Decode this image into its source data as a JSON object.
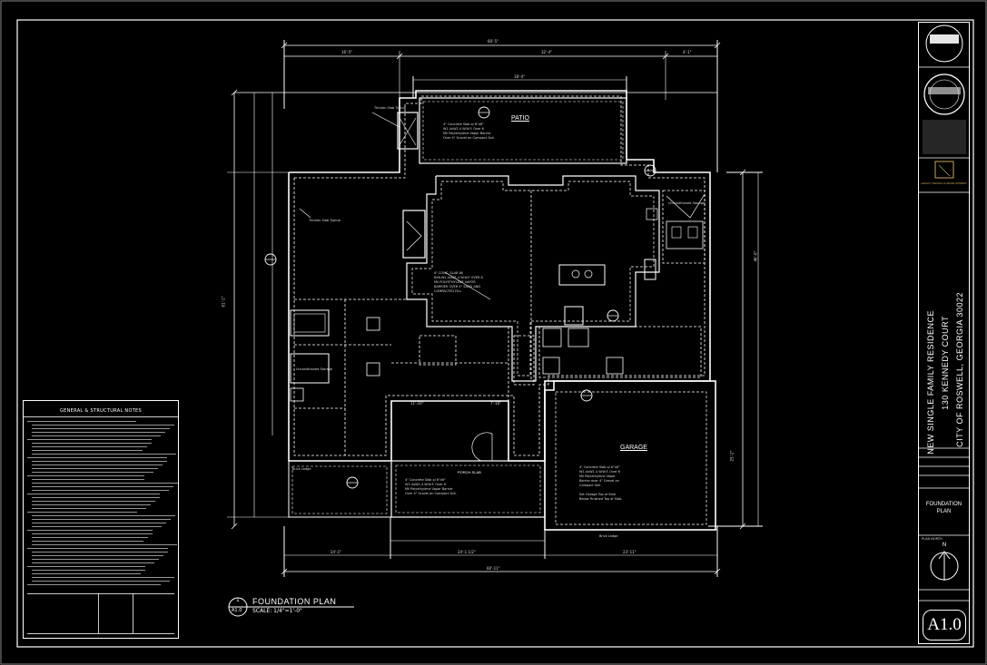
{
  "drawing": {
    "title": "FOUNDATION  PLAN",
    "detail_number": "1",
    "detail_sheet": "A1.0",
    "scale": "SCALE: 1/4\"=1'-0\""
  },
  "rooms": {
    "patio": "PATIO",
    "garage": "GARAGE",
    "porch": "PORCH SLAB"
  },
  "notes_box": {
    "title": "GENERAL & STRUCTURAL NOTES"
  },
  "title_block": {
    "project_line1": "NEW SINGLE FAMILY RESIDENCE",
    "project_line2": "130 KENNEDY COURT",
    "project_line3": "CITY OF ROSWELL, GEORGIA 30022",
    "sheet_title_line1": "FOUNDATION",
    "sheet_title_line2": "PLAN",
    "sheet_number": "A1.0",
    "plan_north": "PLAN NORTH",
    "north_letter": "N",
    "legacy_text": "LEGACY DESIGN & DEVELOPMENT"
  },
  "dimensions": {
    "overall_top": "60'-5\"",
    "overall_bottom": "60'-11\"",
    "top_left": "16'-5\"",
    "top_mid": "32'-4\"",
    "top_right": "4'-1\"",
    "patio_width": "18'-4\"",
    "garage_depth": "25'-2\"",
    "left_height": "61'-1\"",
    "right_height": "46'-6\"",
    "room_11": "11'-10\"",
    "room_7": "7'-10\"",
    "bottom_a": "24'-1\"",
    "bottom_b": "24'-1 1/2\"",
    "bottom_c": "23'-11\""
  }
}
